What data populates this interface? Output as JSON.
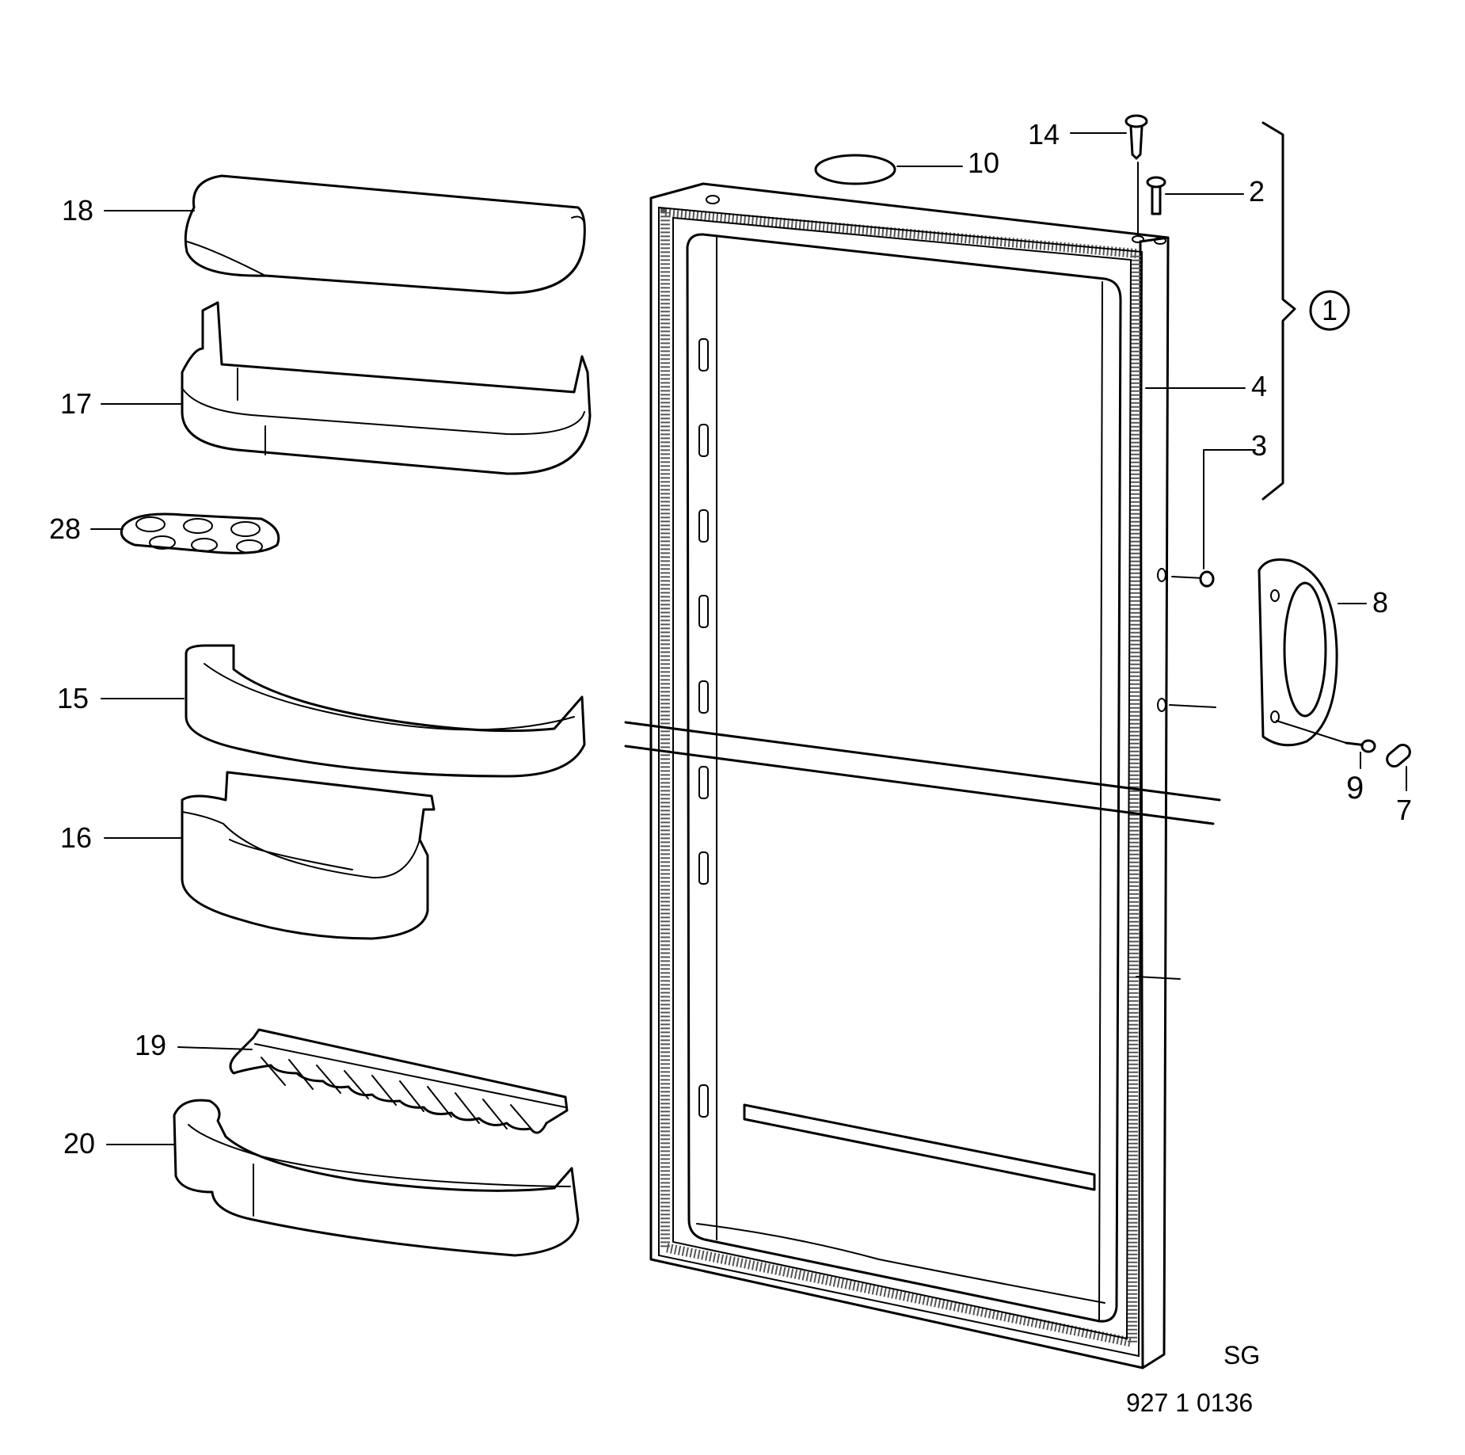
{
  "callouts": {
    "c1": "1",
    "c2": "2",
    "c3": "3",
    "c4": "4",
    "c7": "7",
    "c8": "8",
    "c9": "9",
    "c10": "10",
    "c14": "14",
    "c15": "15",
    "c16": "16",
    "c17": "17",
    "c18": "18",
    "c19": "19",
    "c20": "20",
    "c28": "28"
  },
  "footer": {
    "region_code": "SG",
    "drawing_number": "927 1 0136"
  }
}
